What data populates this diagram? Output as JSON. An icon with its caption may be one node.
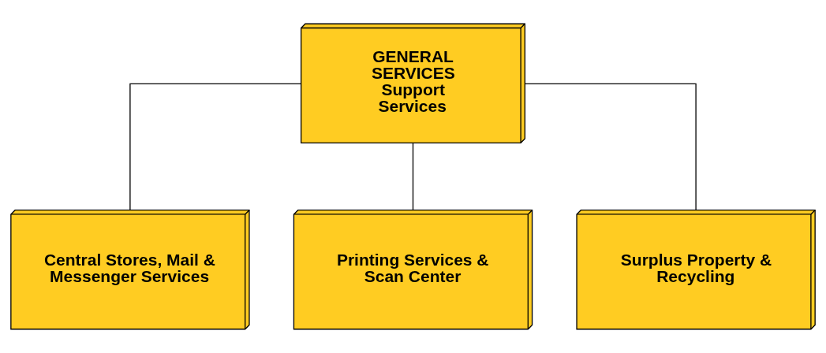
{
  "diagram": {
    "nodes": [
      {
        "text": [
          "GENERAL SERVICES Support Services"
        ]
      },
      {
        "text": [
          "Central Stores, Mail & Messenger Services"
        ]
      },
      {
        "text": [
          "Printing Services & Scan Center"
        ]
      },
      {
        "text": [
          "Surplus Property & Recycling"
        ]
      }
    ],
    "edges": [
      {
        "from": 0,
        "to": 1,
        "arrow": "none"
      },
      {
        "from": 0,
        "to": 2,
        "arrow": "none"
      },
      {
        "from": 0,
        "to": 3,
        "arrow": "none"
      }
    ]
  }
}
